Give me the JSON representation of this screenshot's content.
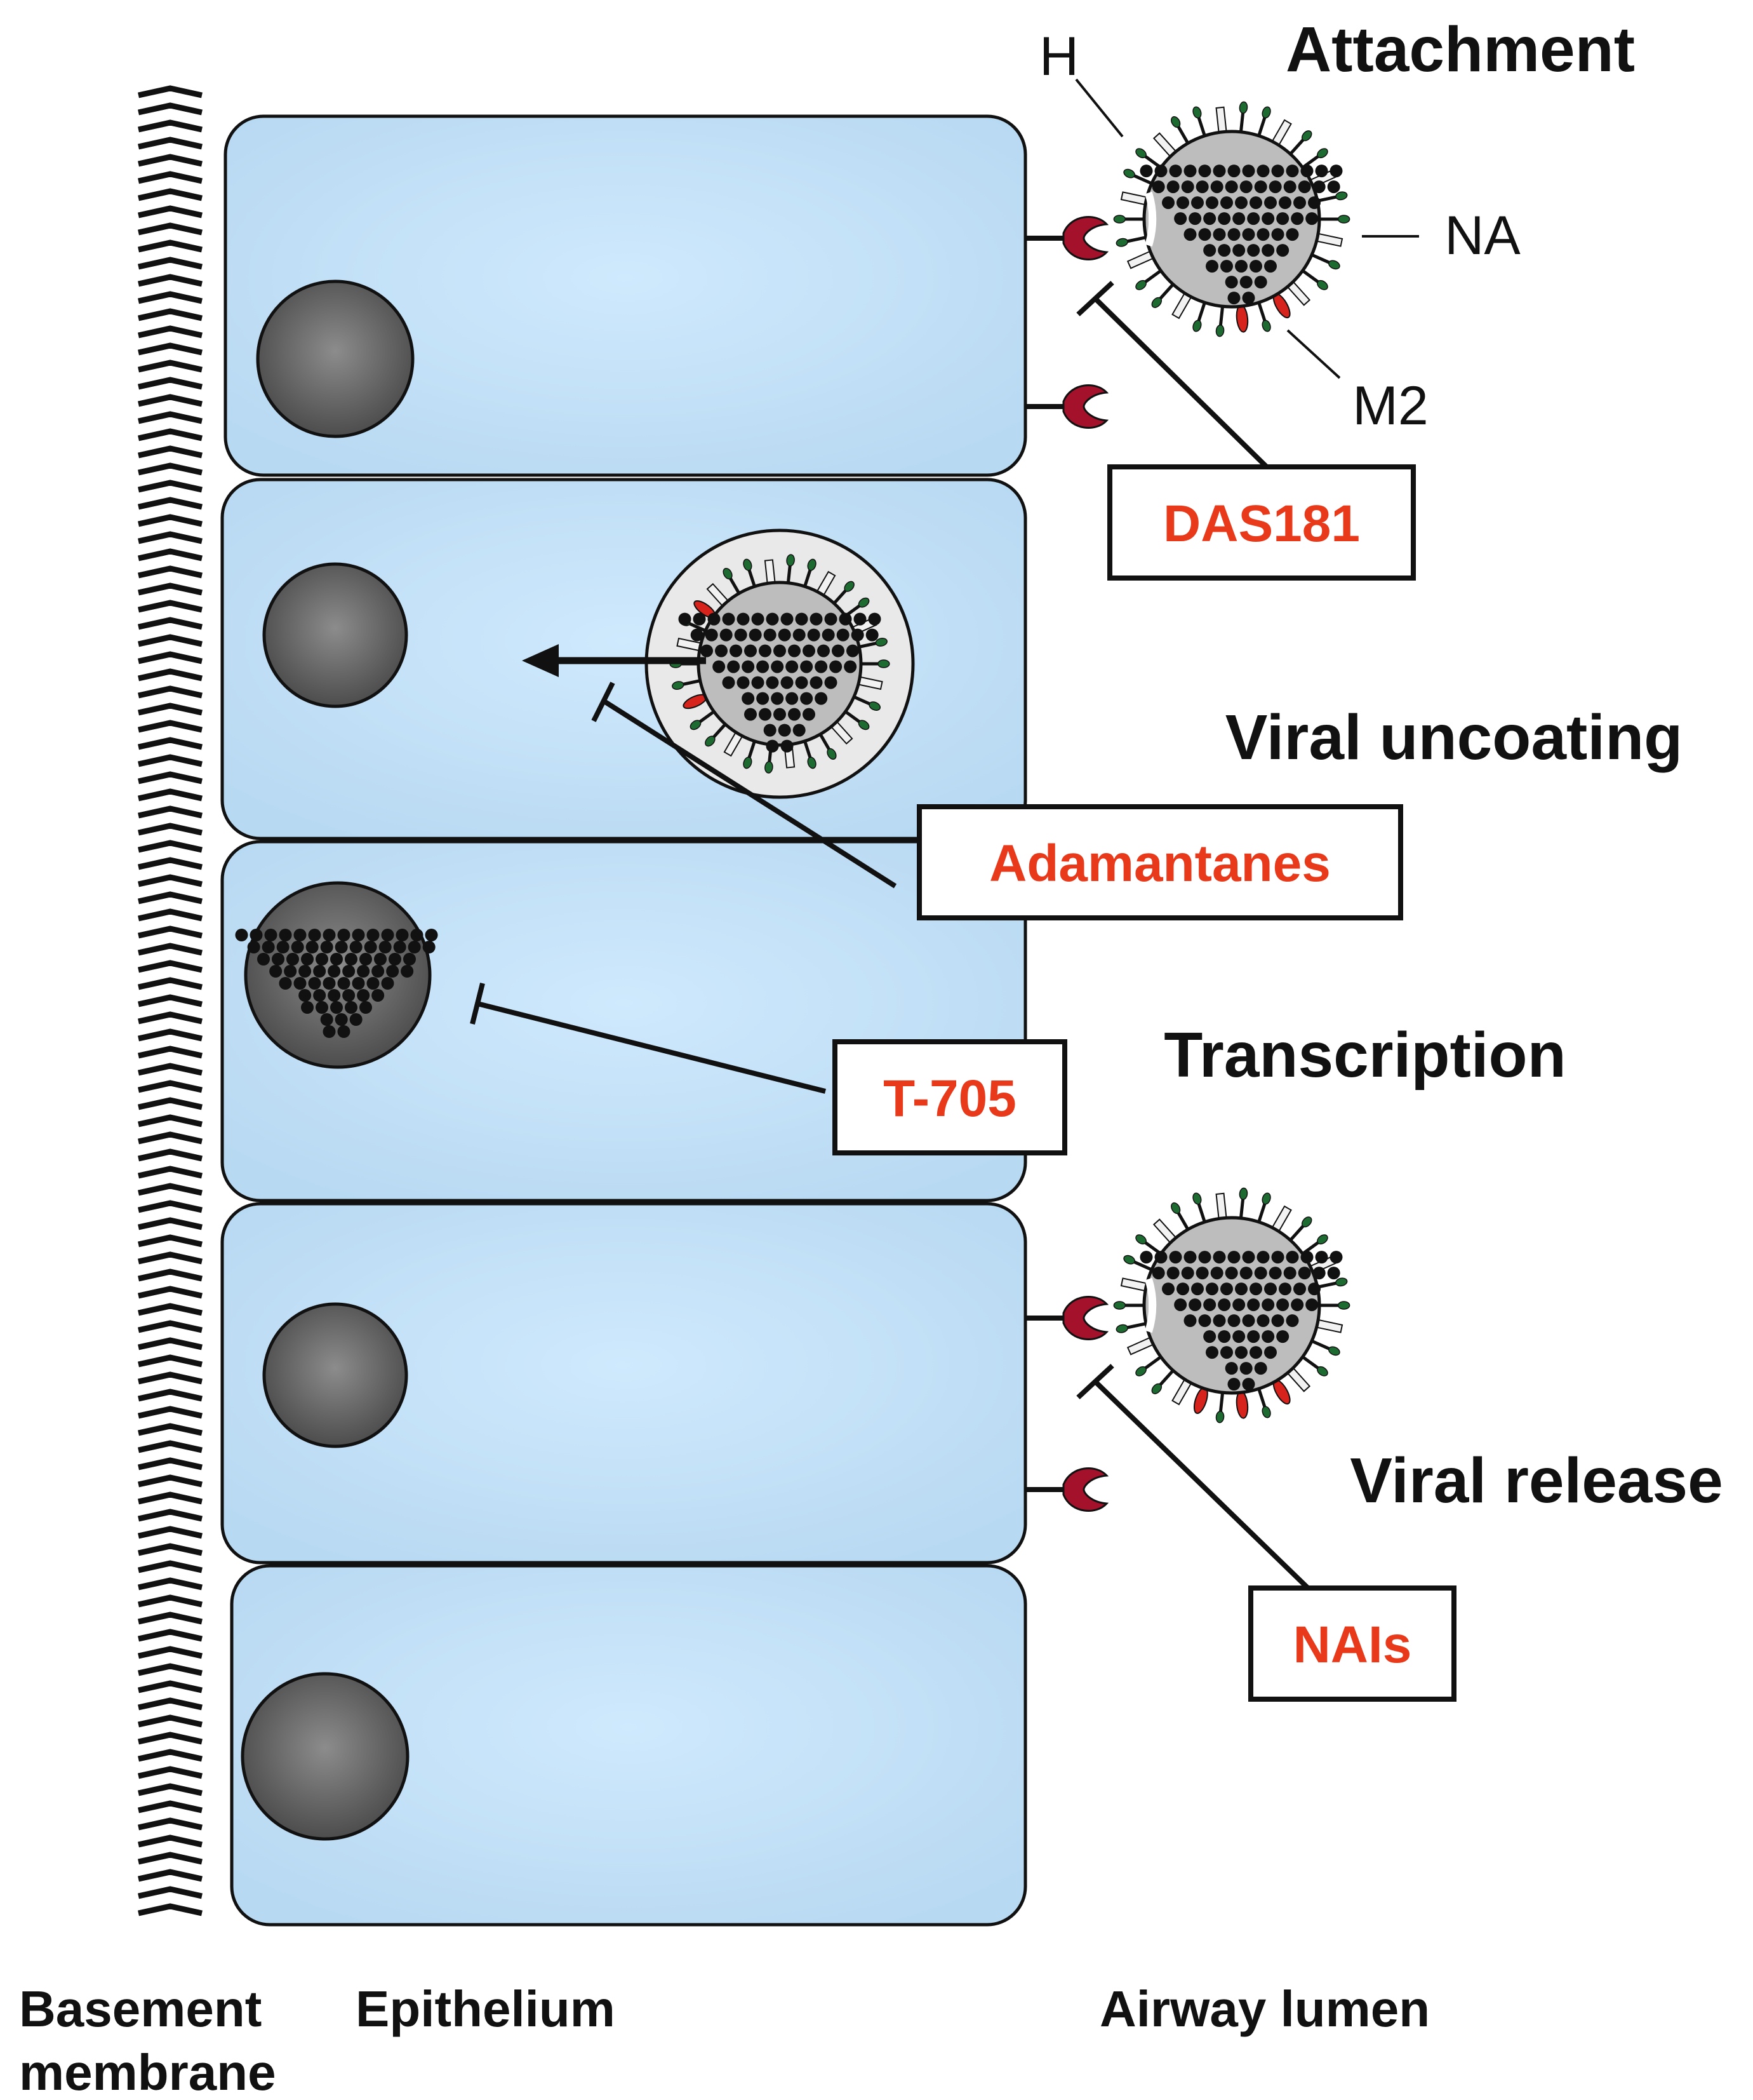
{
  "colors": {
    "cell_fill_center": "#cde7fb",
    "cell_fill_edge": "#bcdcf3",
    "nucleus_light": "#8a8a8a",
    "nucleus_dark": "#4a4a4a",
    "drug_text": "#e8391a",
    "receptor": "#a3112a",
    "m2_protein": "#d6231c",
    "ha_tip": "#1e6b32",
    "virion_fill": "#bdbdbd",
    "endosome_fill": "#e9e9e9",
    "outline": "#111111"
  },
  "stages": {
    "attachment": "Attachment",
    "uncoating": "Viral uncoating",
    "transcription": "Transcription",
    "release": "Viral release"
  },
  "virion_labels": {
    "h": "H",
    "na": "NA",
    "m2": "M2"
  },
  "drugs": {
    "das181": "DAS181",
    "adamantanes": "Adamantanes",
    "t705": "T-705",
    "nais": "NAIs"
  },
  "regions": {
    "basement_line1": "Basement",
    "basement_line2": "membrane",
    "epithelium": "Epithelium",
    "lumen": "Airway lumen"
  },
  "icons": [
    "receptor-icon",
    "virion-icon",
    "rnp-complex-icon",
    "nucleus-icon",
    "inhibition-bar-icon",
    "arrow-icon"
  ]
}
